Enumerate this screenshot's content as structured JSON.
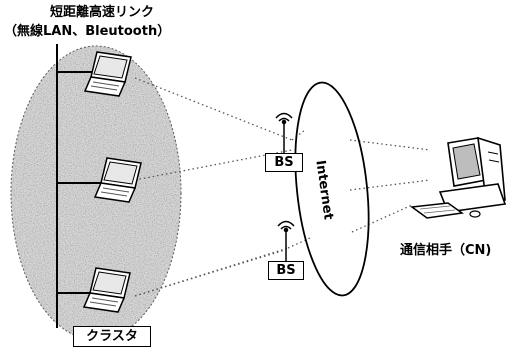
{
  "labels": {
    "title_line1": "短距離高速リンク",
    "title_line2": "（無線LAN、Bleutooth）",
    "internet": "Internet",
    "bs_top": "BS",
    "bs_bottom": "BS",
    "cluster": "クラスタ",
    "correspondent": "通信相手（CN)"
  }
}
